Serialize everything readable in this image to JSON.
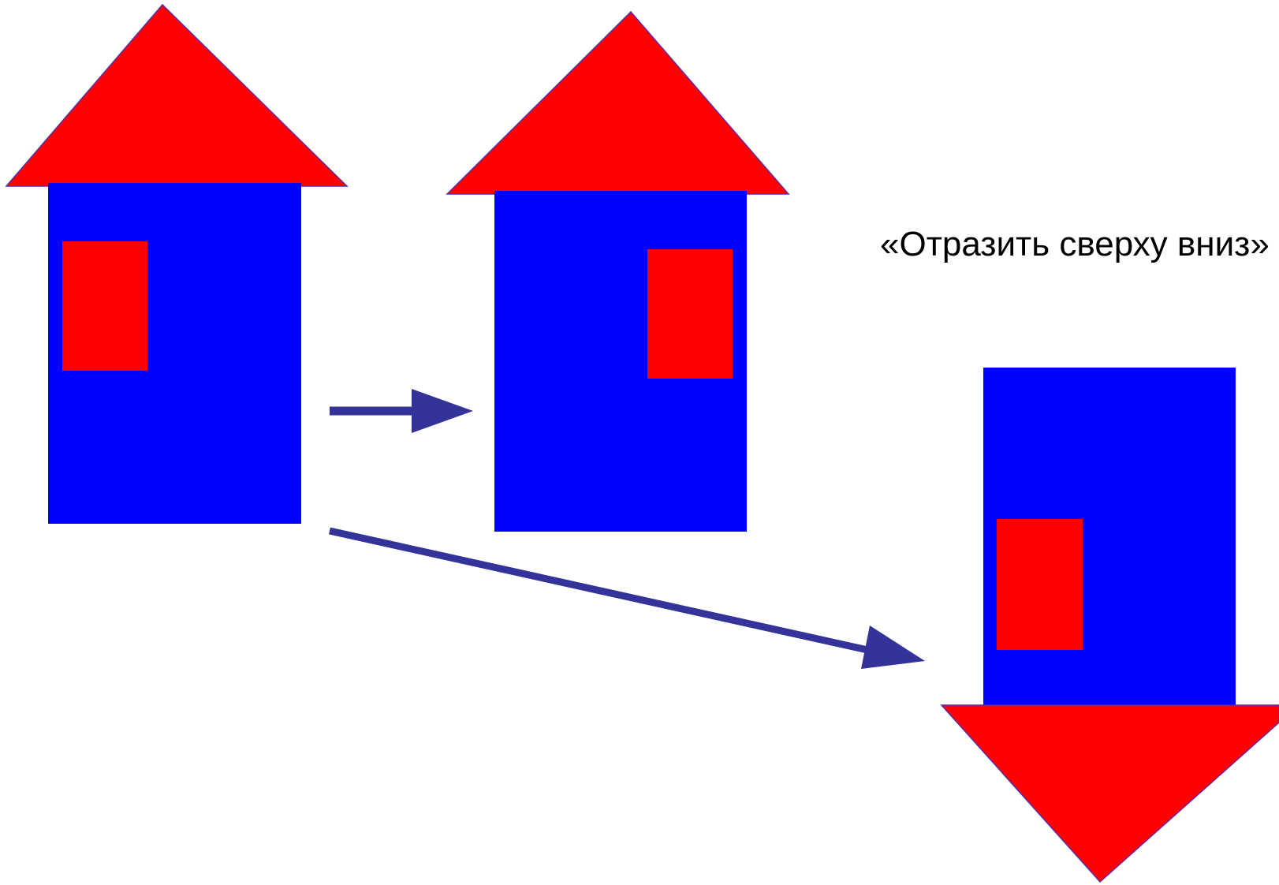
{
  "caption": "«Отразить сверху вниз»",
  "colors": {
    "roof": "#ff0000",
    "wall": "#0000ff",
    "window": "#ff0000",
    "arrow": "#333399",
    "outline": "#5a2ea8",
    "background": "#ffffff"
  },
  "figures": [
    {
      "name": "original-house",
      "roof": "up",
      "window_side": "left"
    },
    {
      "name": "left-right-mirrored-house",
      "roof": "up",
      "window_side": "right"
    },
    {
      "name": "top-bottom-mirrored-house",
      "roof": "down",
      "window_side": "left"
    }
  ],
  "arrows": [
    {
      "name": "arrow-to-left-right-mirror",
      "from": "original-house",
      "to": "left-right-mirrored-house"
    },
    {
      "name": "arrow-to-top-bottom-mirror",
      "from": "original-house",
      "to": "top-bottom-mirrored-house"
    }
  ]
}
